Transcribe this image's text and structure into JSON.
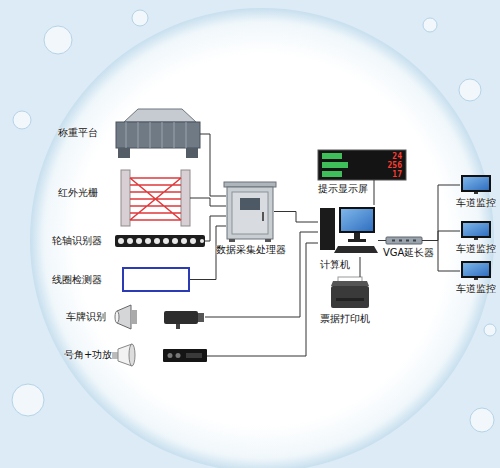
{
  "diagram": {
    "nodes": [
      {
        "text": [
          "称重平台"
        ]
      },
      {
        "text": [
          "红外光栅"
        ]
      },
      {
        "text": [
          "轮轴识别器"
        ]
      },
      {
        "text": [
          "线圈检测器"
        ]
      },
      {
        "text": [
          "车牌识别"
        ]
      },
      {
        "text": [
          "号角+功放"
        ]
      },
      {
        "text": [
          "数据采集处理器"
        ]
      },
      {
        "text": [
          "提示显示屏"
        ]
      },
      {
        "text": [
          "计算机"
        ]
      },
      {
        "text": [
          "票据打印机"
        ]
      },
      {
        "text": [
          "VGA延长器"
        ]
      },
      {
        "text": [
          "车道监控"
        ]
      },
      {
        "text": [
          "车道监控"
        ]
      },
      {
        "text": [
          "车道监控"
        ]
      }
    ],
    "edges": [
      {
        "from": 0,
        "to": 6,
        "arrow": "none"
      },
      {
        "from": 1,
        "to": 6,
        "arrow": "none"
      },
      {
        "from": 2,
        "to": 6,
        "arrow": "none"
      },
      {
        "from": 3,
        "to": 6,
        "arrow": "none"
      },
      {
        "from": 4,
        "to": 8,
        "arrow": "none"
      },
      {
        "from": 5,
        "to": 8,
        "arrow": "none"
      },
      {
        "from": 6,
        "to": 8,
        "arrow": "none"
      },
      {
        "from": 8,
        "to": 7,
        "arrow": "none"
      },
      {
        "from": 8,
        "to": 9,
        "arrow": "none"
      },
      {
        "from": 8,
        "to": 10,
        "arrow": "none"
      },
      {
        "from": 10,
        "to": 11,
        "arrow": "none"
      },
      {
        "from": 10,
        "to": 12,
        "arrow": "none"
      },
      {
        "from": 10,
        "to": 13,
        "arrow": "none"
      }
    ],
    "labels": [
      "24",
      "256",
      "17"
    ]
  }
}
